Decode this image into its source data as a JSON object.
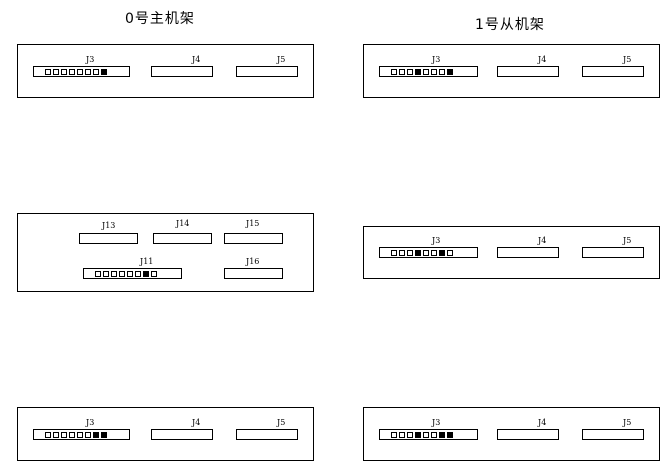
{
  "racks": [
    {
      "title": "0号主机架",
      "panels": [
        {
          "slots": [
            {
              "label": "J3",
              "bits": [
                0,
                0,
                0,
                0,
                0,
                0,
                0,
                1
              ]
            },
            {
              "label": "J4"
            },
            {
              "label": "J5"
            }
          ]
        },
        {
          "slots": [
            {
              "label": "J13"
            },
            {
              "label": "J14"
            },
            {
              "label": "J15"
            },
            {
              "label": "J11",
              "bits": [
                0,
                0,
                0,
                0,
                0,
                0,
                1,
                0
              ]
            },
            {
              "label": "J16"
            }
          ]
        },
        {
          "slots": [
            {
              "label": "J3",
              "bits": [
                0,
                0,
                0,
                0,
                0,
                0,
                1,
                1
              ]
            },
            {
              "label": "J4"
            },
            {
              "label": "J5"
            }
          ]
        }
      ]
    },
    {
      "title": "1号从机架",
      "panels": [
        {
          "slots": [
            {
              "label": "J3",
              "bits": [
                0,
                0,
                0,
                1,
                0,
                0,
                0,
                1
              ]
            },
            {
              "label": "J4"
            },
            {
              "label": "J5"
            }
          ]
        },
        {
          "slots": [
            {
              "label": "J3",
              "bits": [
                0,
                0,
                0,
                1,
                0,
                0,
                1,
                0
              ]
            },
            {
              "label": "J4"
            },
            {
              "label": "J5"
            }
          ]
        },
        {
          "slots": [
            {
              "label": "J3",
              "bits": [
                0,
                0,
                0,
                1,
                0,
                0,
                1,
                1
              ]
            },
            {
              "label": "J4"
            },
            {
              "label": "J5"
            }
          ]
        }
      ]
    }
  ]
}
